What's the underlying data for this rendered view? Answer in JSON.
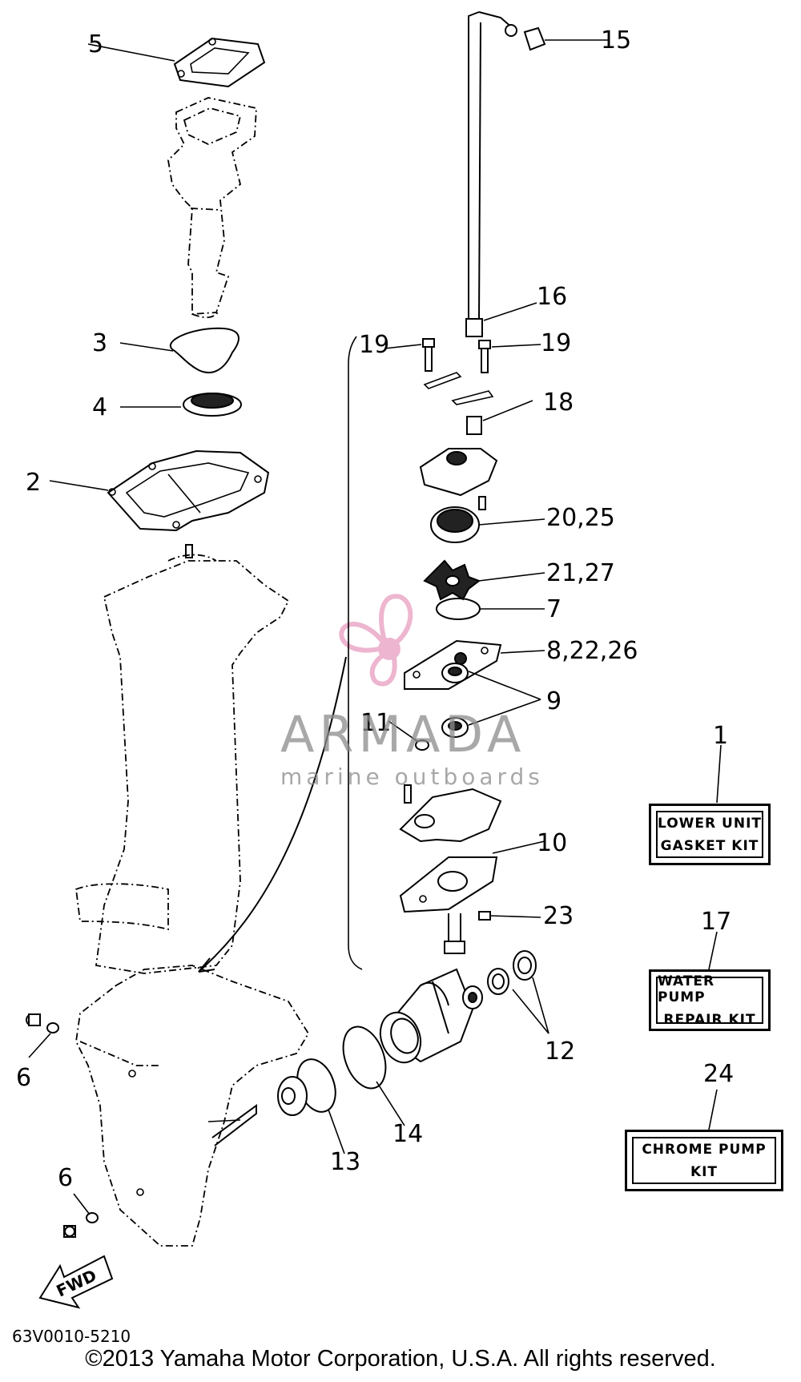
{
  "callouts": {
    "c1": "1",
    "c2": "2",
    "c3": "3",
    "c4": "4",
    "c5": "5",
    "c6a": "6",
    "c6b": "6",
    "c7": "7",
    "c8": "8,22,26",
    "c9": "9",
    "c10": "10",
    "c11": "11",
    "c12": "12",
    "c13": "13",
    "c14": "14",
    "c15": "15",
    "c16": "16",
    "c17": "17",
    "c18": "18",
    "c19a": "19",
    "c19b": "19",
    "c20": "20,25",
    "c21": "21,27",
    "c23": "23",
    "c24": "24"
  },
  "kits": {
    "lower_unit": [
      "LOWER UNIT",
      "GASKET KIT"
    ],
    "water_pump": [
      "WATER PUMP",
      "REPAIR KIT"
    ],
    "chrome_pump": [
      "CHROME PUMP",
      "KIT"
    ]
  },
  "fwd_label": "FWD",
  "diagram_code": "63V0010-5210",
  "copyright": "©2013 Yamaha Motor Corporation, U.S.A. All rights reserved.",
  "watermark": {
    "brand": "ARMADA",
    "sub": "marine outboards",
    "logo_color": "#e07aa8"
  }
}
